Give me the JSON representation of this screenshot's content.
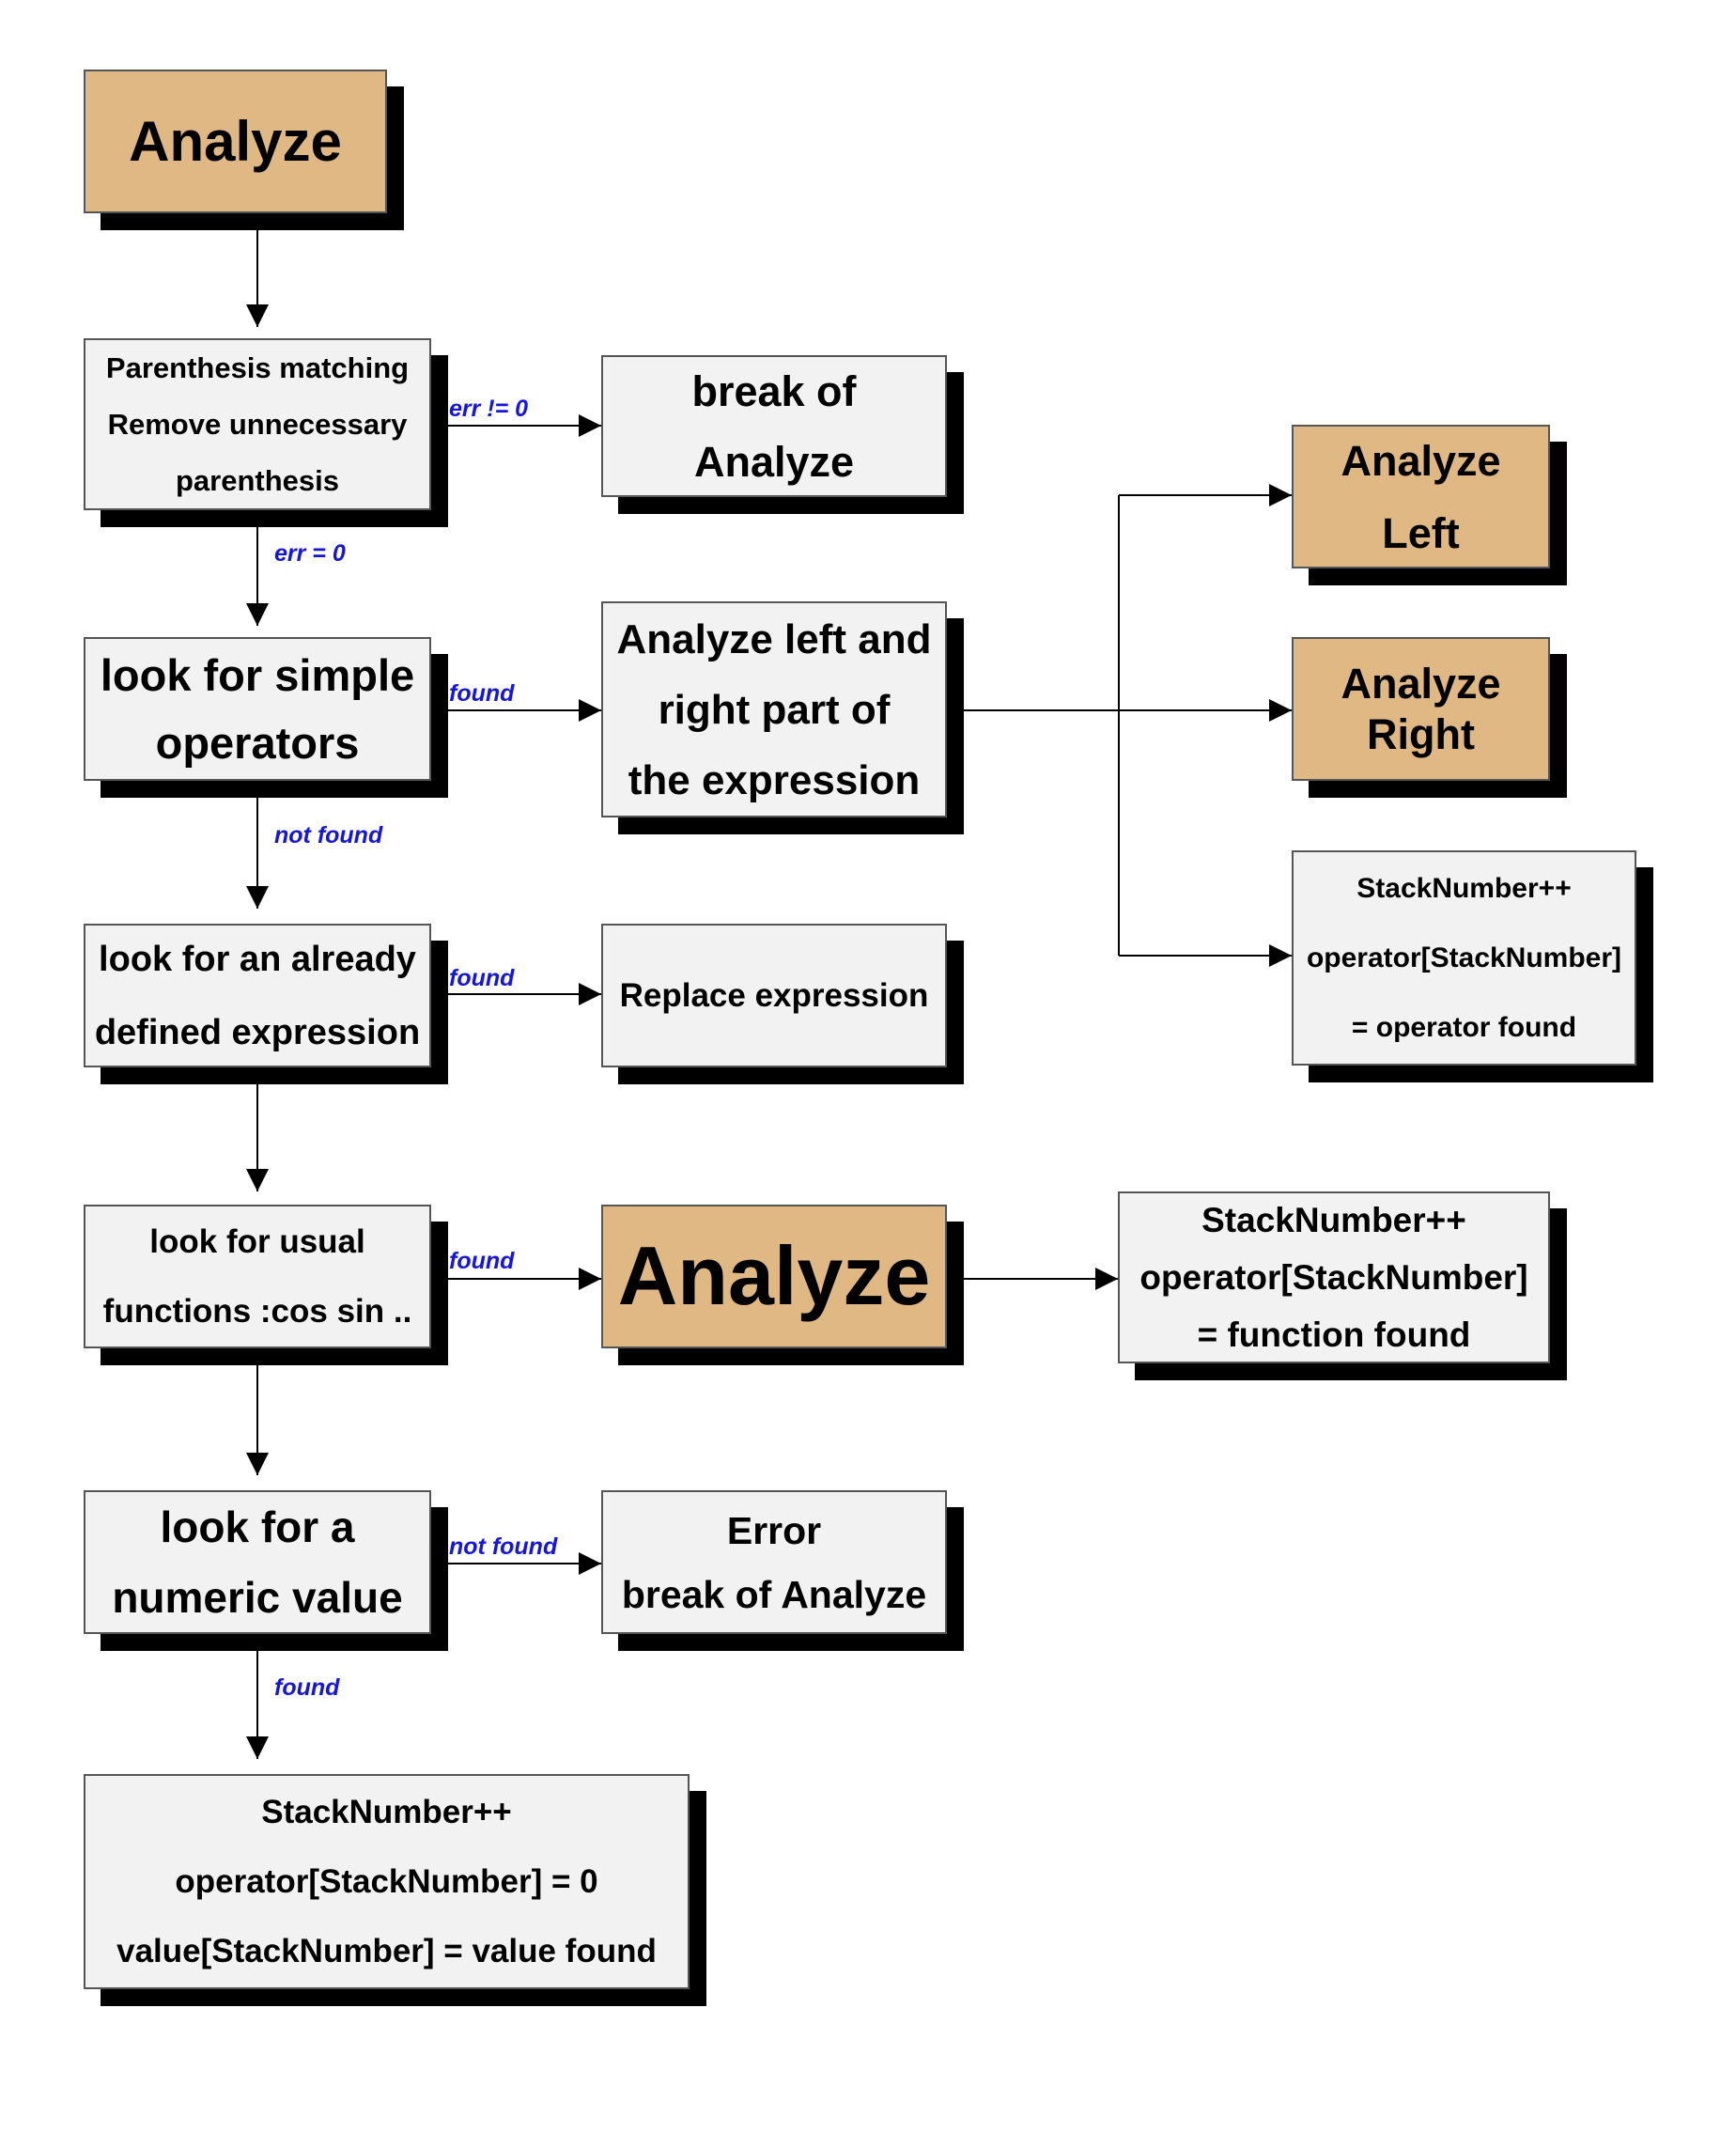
{
  "colors": {
    "box_fill": "#f2f2f2",
    "accent_fill": "#e0b884",
    "shadow": "#000000",
    "edge_label": "#1515e0"
  },
  "nodes": {
    "analyze_top": {
      "lines": [
        "Analyze"
      ]
    },
    "paren": {
      "lines": [
        "Parenthesis matching",
        "Remove unnecessary",
        "parenthesis"
      ]
    },
    "break1": {
      "lines": [
        "break of",
        "Analyze"
      ]
    },
    "simple_ops": {
      "lines": [
        "look for simple",
        "operators"
      ]
    },
    "analyze_lr": {
      "lines": [
        "Analyze left and",
        "right part of",
        "the expression"
      ]
    },
    "analyze_left": {
      "lines": [
        "Analyze",
        "Left"
      ]
    },
    "analyze_right": {
      "lines": [
        "Analyze",
        "Right"
      ]
    },
    "stack_op": {
      "lines": [
        "StackNumber++",
        "operator[StackNumber]",
        "= operator found"
      ]
    },
    "defined_expr": {
      "lines": [
        "look for an already",
        "defined expression"
      ]
    },
    "replace": {
      "lines": [
        "Replace expression"
      ]
    },
    "usual_funcs": {
      "lines": [
        "look for usual",
        "functions :cos sin .."
      ]
    },
    "analyze_big": {
      "lines": [
        "Analyze"
      ]
    },
    "stack_func": {
      "lines": [
        "StackNumber++",
        "operator[StackNumber]",
        "= function found"
      ]
    },
    "numeric": {
      "lines": [
        "look for a",
        "numeric value"
      ]
    },
    "error": {
      "lines": [
        "Error",
        "break of Analyze"
      ]
    },
    "stack_value": {
      "lines": [
        "StackNumber++",
        "operator[StackNumber] = 0",
        "value[StackNumber] = value found"
      ]
    }
  },
  "edges": {
    "err_ne": "err != 0",
    "err_eq": "err = 0",
    "found_ops": "found",
    "not_found_ops": "not found",
    "found_defined": "found",
    "found_funcs": "found",
    "not_found_numeric": "not found",
    "found_numeric": "found"
  }
}
